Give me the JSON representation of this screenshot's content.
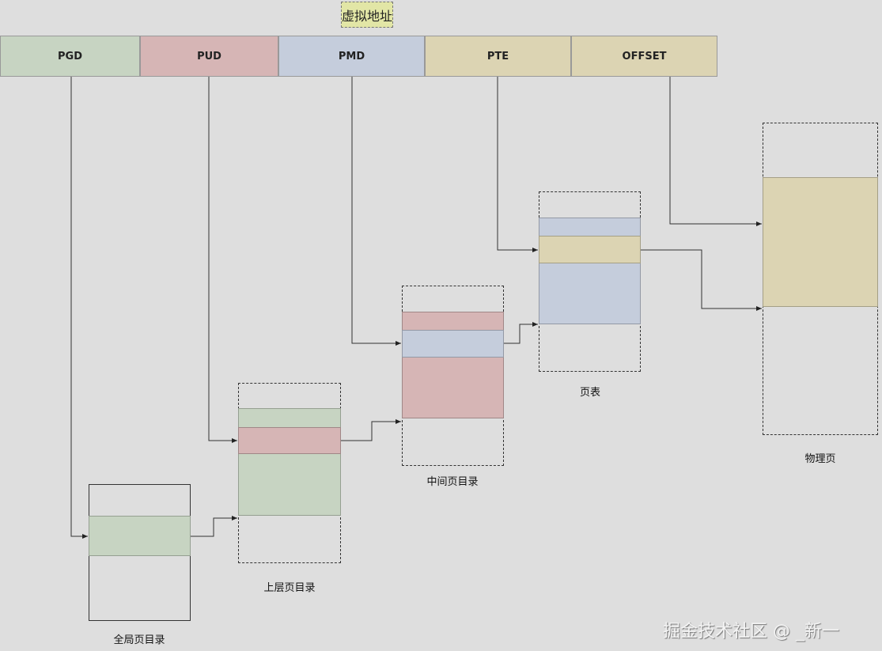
{
  "title": "虚拟地址",
  "address_fields": [
    {
      "label": "PGD",
      "color": "#c7d4c2"
    },
    {
      "label": "PUD",
      "color": "#d6b5b5"
    },
    {
      "label": "PMD",
      "color": "#c5cddc"
    },
    {
      "label": "PTE",
      "color": "#dcd4b3"
    },
    {
      "label": "OFFSET",
      "color": "#dcd4b3"
    }
  ],
  "tables": {
    "pgd": "全局页目录",
    "pud": "上层页目录",
    "pmd": "中间页目录",
    "pte": "页表",
    "page": "物理页"
  },
  "watermark": "掘金技术社区 @ _新一"
}
